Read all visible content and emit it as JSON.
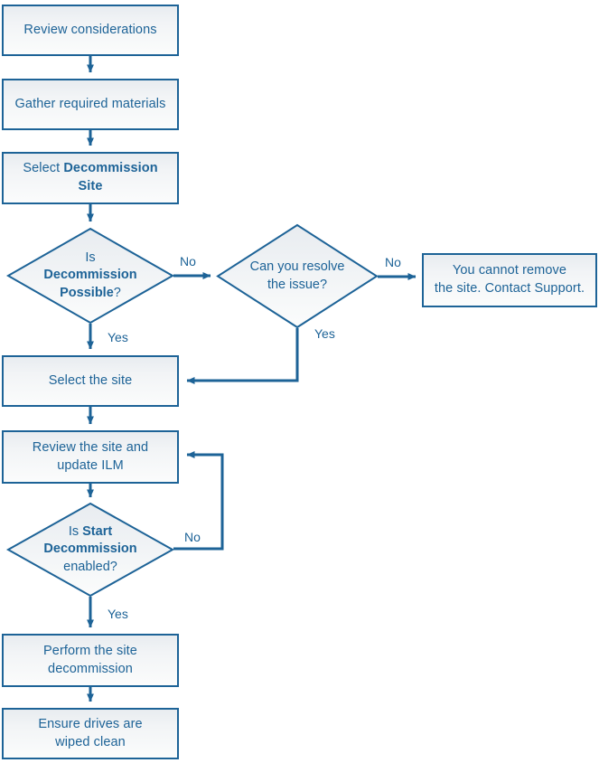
{
  "diagram": {
    "title": "Site decommission procedure flowchart",
    "colors": {
      "stroke": "#1d6397",
      "text": "#1d6397",
      "fill_top": "#e8ecf0",
      "fill_bottom": "#fbfcfc",
      "background": "#ffffff"
    },
    "nodes": {
      "review_considerations": {
        "label": "Review considerations",
        "type": "process"
      },
      "gather_materials": {
        "label": "Gather required materials",
        "type": "process"
      },
      "select_decommission_site": {
        "type": "process",
        "label": "Select Decommission Site",
        "text_plain": "Select ",
        "text_bold": "Decommission Site"
      },
      "is_decommission_possible": {
        "type": "decision",
        "label": "Is Decommission Possible?",
        "line1": "Is",
        "line2_bold": "Decommission",
        "line3_bold": "Possible",
        "line3_tail": "?"
      },
      "can_you_resolve": {
        "type": "decision",
        "label": "Can you resolve the issue?",
        "line1": "Can you resolve",
        "line2": "the issue?"
      },
      "cannot_remove": {
        "type": "process",
        "label": "You cannot remove the site. Contact Support.",
        "line1": "You cannot remove",
        "line2": "the site. Contact Support."
      },
      "select_the_site": {
        "type": "process",
        "label": "Select the site"
      },
      "review_update_ilm": {
        "type": "process",
        "label": "Review the site and update ILM",
        "line1": "Review the site and",
        "line2": "update ILM"
      },
      "is_start_decommission_enabled": {
        "type": "decision",
        "label": "Is Start Decommission enabled?",
        "line1_plain": "Is ",
        "line1_bold": "Start",
        "line2_bold": "Decommission",
        "line3": "enabled?"
      },
      "perform_decommission": {
        "type": "process",
        "label": "Perform the site decommission",
        "line1": "Perform the site",
        "line2": "decommission"
      },
      "ensure_wiped": {
        "type": "process",
        "label": "Ensure drives are wiped clean",
        "line1": "Ensure drives are",
        "line2": "wiped clean"
      }
    },
    "edge_labels": {
      "possible_no": "No",
      "possible_yes": "Yes",
      "resolve_no": "No",
      "resolve_yes": "Yes",
      "enabled_no": "No",
      "enabled_yes": "Yes"
    }
  }
}
